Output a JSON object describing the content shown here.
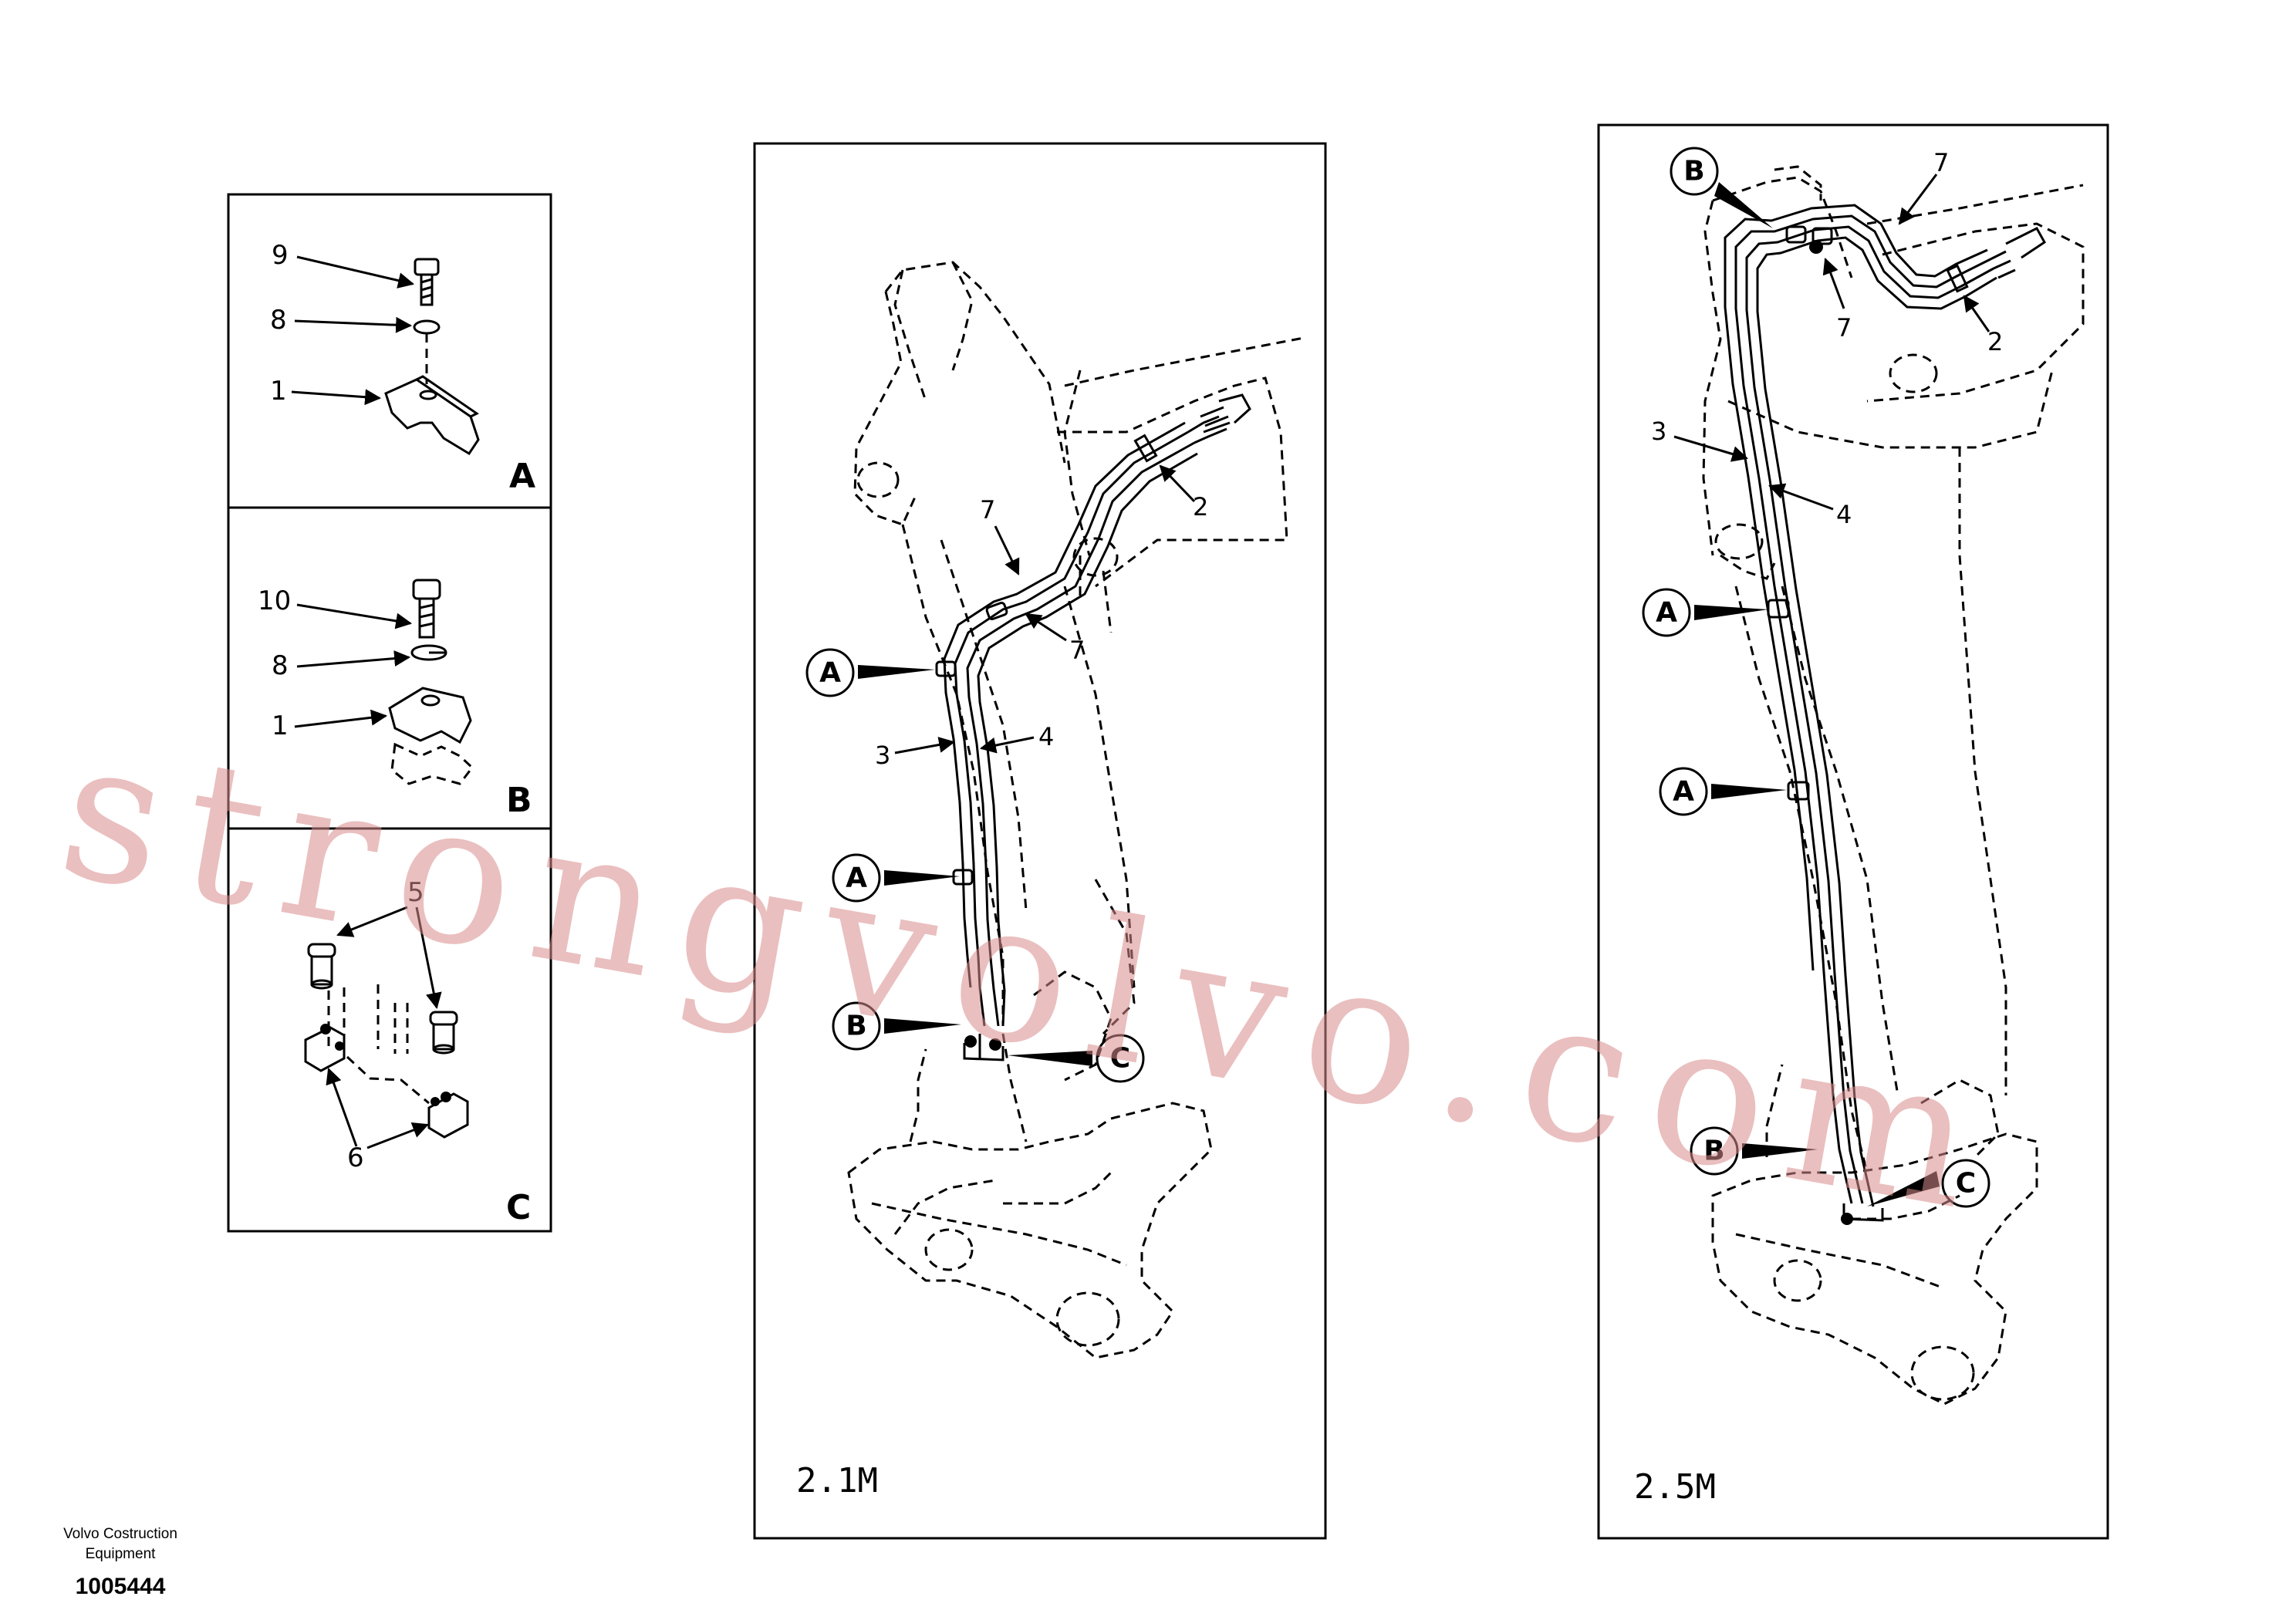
{
  "detail_panels": {
    "A": {
      "letter": "A",
      "labels": [
        "9",
        "8",
        "1"
      ]
    },
    "B": {
      "letter": "B",
      "labels": [
        "10",
        "8",
        "1"
      ]
    },
    "C": {
      "letter": "C",
      "labels": [
        "5",
        "6"
      ]
    }
  },
  "view_short": {
    "scale": "2.1M",
    "callouts": [
      "A",
      "A",
      "B",
      "C"
    ],
    "labels": [
      "2",
      "7",
      "7",
      "3",
      "4"
    ]
  },
  "view_long": {
    "scale": "2.5M",
    "callouts": [
      "B",
      "A",
      "A",
      "B",
      "C"
    ],
    "labels": [
      "7",
      "7",
      "2",
      "3",
      "4"
    ]
  },
  "watermark": "strongvolvo.com",
  "footer": {
    "company_line1": "Volvo Costruction",
    "company_line2": "Equipment",
    "drawing_number": "1005444"
  }
}
